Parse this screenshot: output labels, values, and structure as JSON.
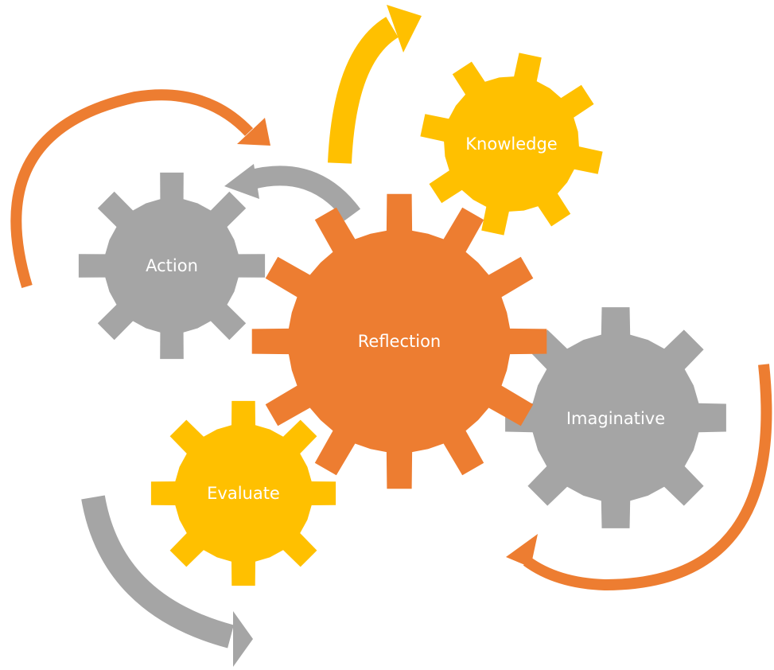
{
  "colors": {
    "orange": "#ED7D31",
    "gray": "#A5A5A5",
    "gold": "#FFC000",
    "label": "#FFFFFF",
    "background": "#FFFFFF"
  },
  "gears": {
    "reflection": {
      "label": "Reflection",
      "color": "orange"
    },
    "action": {
      "label": "Action",
      "color": "gray"
    },
    "knowledge": {
      "label": "Knowledge",
      "color": "gold"
    },
    "imaginative": {
      "label": "Imaginative",
      "color": "gray"
    },
    "evaluate": {
      "label": "Evaluate",
      "color": "gold"
    }
  },
  "arrows": [
    {
      "id": "arrow-up-to-knowledge",
      "color": "gold",
      "icon": "curved-arrow-icon"
    },
    {
      "id": "arrow-reflection-to-action",
      "color": "gray",
      "icon": "curved-arrow-icon"
    },
    {
      "id": "arrow-left-cycle",
      "color": "orange",
      "icon": "curved-arrow-icon"
    },
    {
      "id": "arrow-bottom-left",
      "color": "gray",
      "icon": "curved-arrow-icon"
    },
    {
      "id": "arrow-right-cycle",
      "color": "orange",
      "icon": "curved-arrow-icon"
    }
  ]
}
